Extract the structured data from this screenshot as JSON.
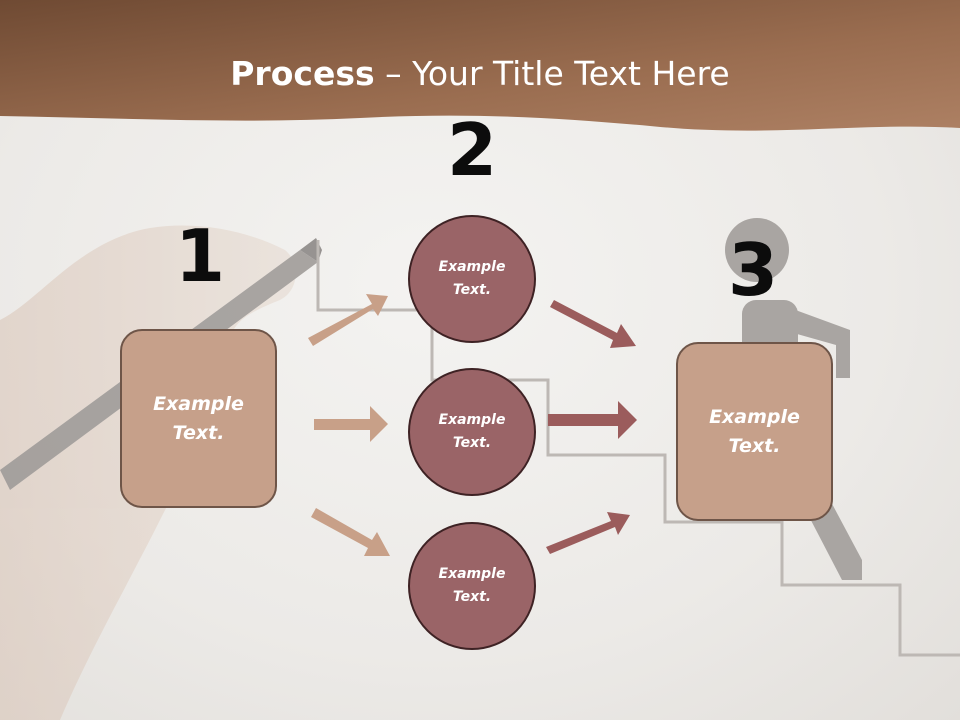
{
  "title": {
    "bold": "Process",
    "rest": " – Your Title Text Here"
  },
  "steps": [
    {
      "number": "1",
      "box_text": "Example\nText."
    },
    {
      "number": "2"
    },
    {
      "number": "3",
      "box_text": "Example\nText."
    }
  ],
  "circles": [
    {
      "text": "Example\nText."
    },
    {
      "text": "Example\nText."
    },
    {
      "text": "Example\nText."
    }
  ],
  "colors": {
    "header_band": "#8a5a3e",
    "box_fill": "#c6a08a",
    "circle_fill": "#9a6467",
    "arrow_light": "#c8a088",
    "arrow_dark": "#9b5c5c"
  }
}
